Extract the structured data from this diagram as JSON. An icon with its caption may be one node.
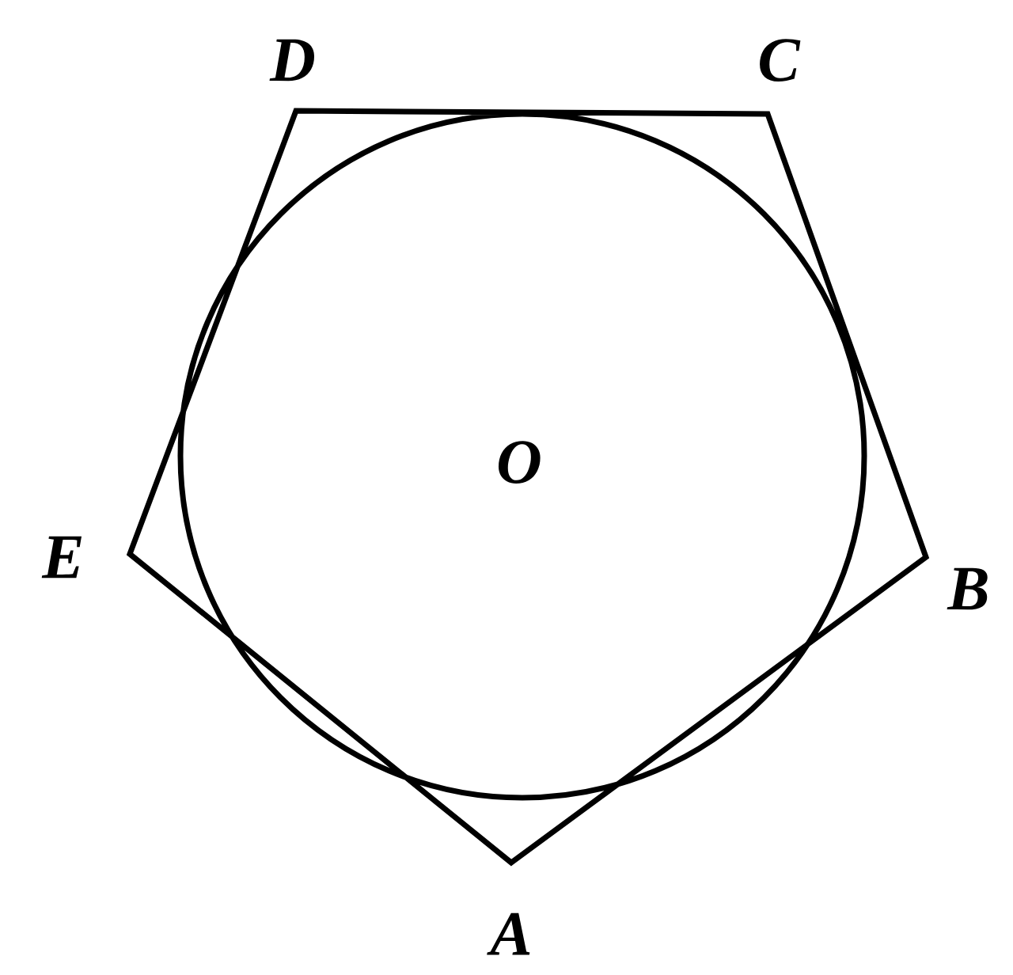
{
  "diagram": {
    "labels": [
      "D",
      "C",
      "O",
      "E",
      "B",
      "A"
    ]
  }
}
